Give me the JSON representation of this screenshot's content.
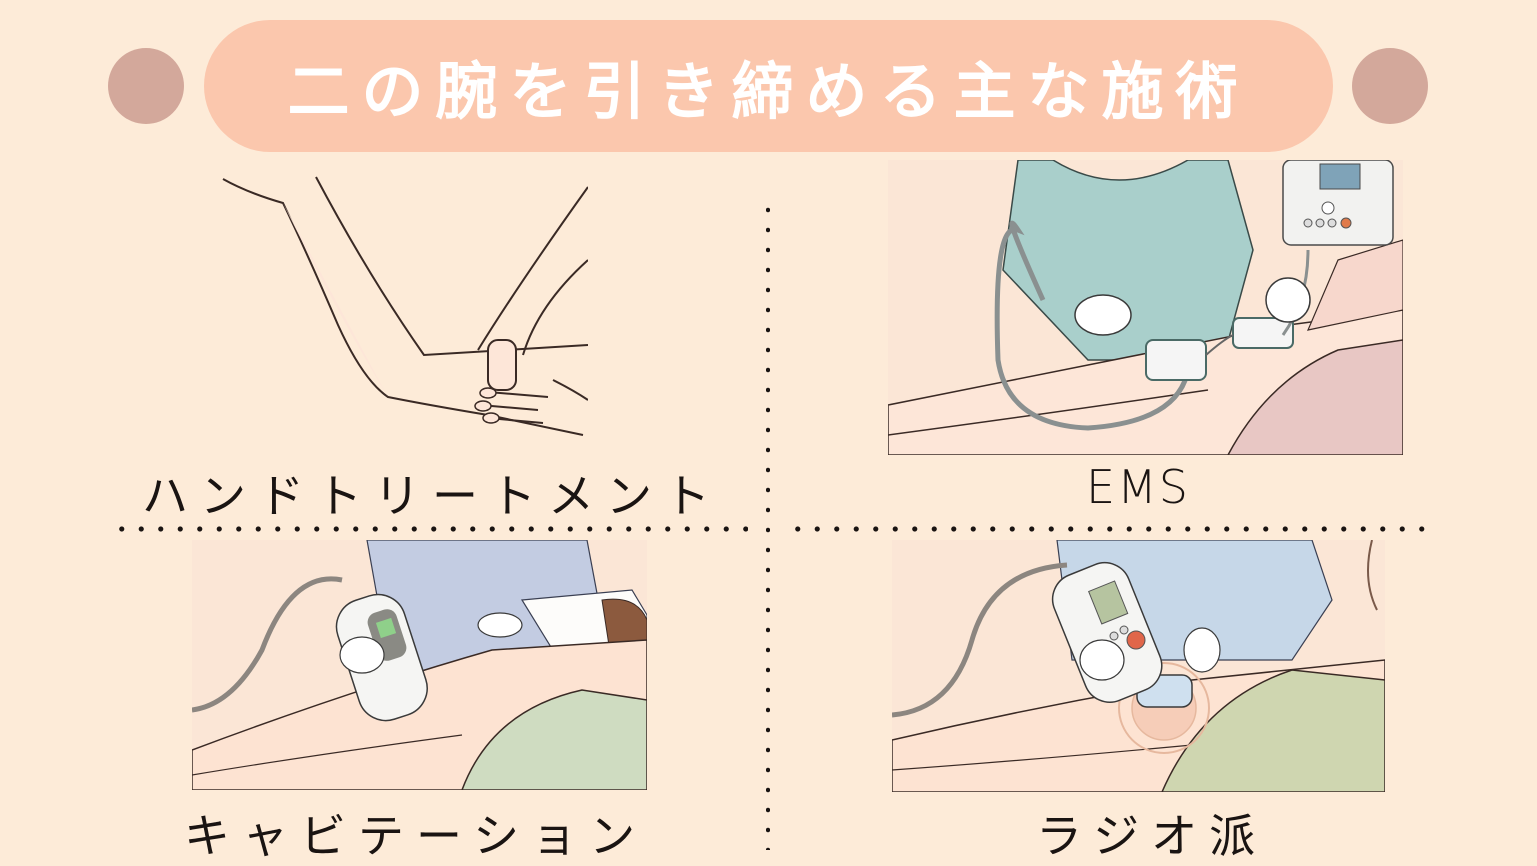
{
  "title": "二の腕を引き締める主な施術",
  "colors": {
    "background": "#fdebd8",
    "title_pill": "#fbc7ad",
    "side_dots": "#d3a89b",
    "title_text": "#ffffff",
    "label_text": "#1a1412"
  },
  "treatments": [
    {
      "label": "ハンドトリートメント",
      "illustration": "hand-massage-arm-illustration"
    },
    {
      "label": "EMS",
      "illustration": "ems-electrode-pads-illustration"
    },
    {
      "label": "キャビテーション",
      "illustration": "cavitation-handheld-device-illustration"
    },
    {
      "label": "ラジオ派",
      "illustration": "radio-frequency-device-illustration"
    }
  ]
}
